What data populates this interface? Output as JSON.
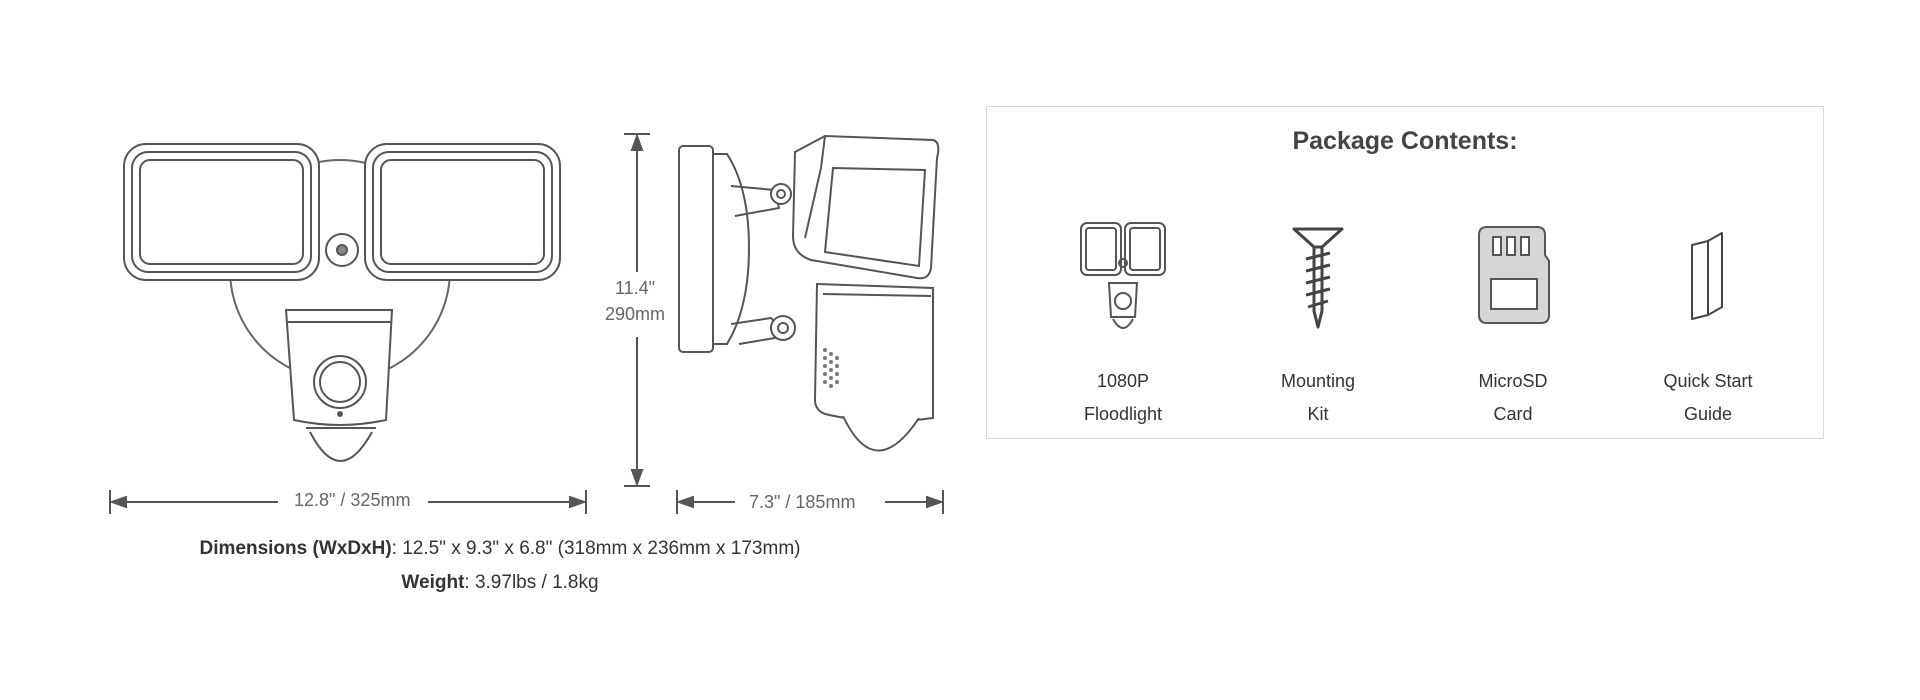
{
  "diagram": {
    "width_label": "12.8\" / 325mm",
    "height_label_in": "11.4\"",
    "height_label_mm": "290mm",
    "depth_label": "7.3\" / 185mm"
  },
  "specs": {
    "dimensions_label": "Dimensions (WxDxH)",
    "dimensions_value": ": 12.5\" x 9.3\" x 6.8\" (318mm x 236mm x 173mm)",
    "weight_label": "Weight",
    "weight_value": ": 3.97lbs / 1.8kg"
  },
  "package": {
    "title": "Package Contents:",
    "items": [
      {
        "line1": "1080P",
        "line2": "Floodlight",
        "icon": "floodlight-icon"
      },
      {
        "line1": "Mounting",
        "line2": "Kit",
        "icon": "screw-icon"
      },
      {
        "line1": "MicroSD",
        "line2": "Card",
        "icon": "microsd-icon"
      },
      {
        "line1": "Quick Start",
        "line2": "Guide",
        "icon": "guide-icon"
      }
    ]
  },
  "colors": {
    "line": "#555555",
    "border": "#d9d9d9",
    "card_fill": "#d6d6d6"
  }
}
